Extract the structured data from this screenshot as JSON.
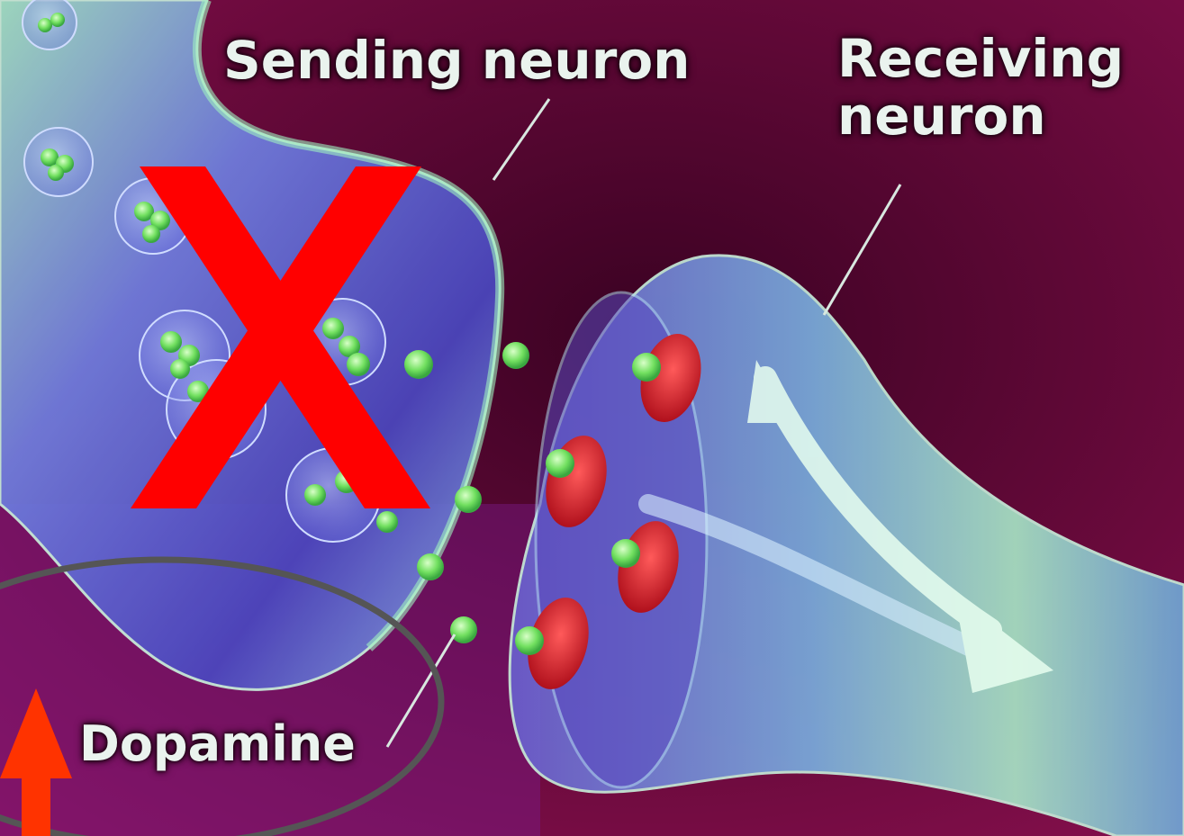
{
  "labels": {
    "sending_neuron": "Sending neuron",
    "receiving_neuron": "Receiving neuron",
    "dopamine": "Dopamine"
  },
  "colors": {
    "background": "#5a0830",
    "neuron_green": "#8fdcb0",
    "neuron_blue": "#4a54c8",
    "dopamine_dot": "#7dea6e",
    "receptor_red": "#d4182c",
    "cross_mark": "#ff0000",
    "up_arrow": "#ff3300",
    "circle_outline": "#555555"
  },
  "icons": {
    "cross": "red-x-mark",
    "arrow": "red-up-arrow",
    "highlight": "gray-ellipse"
  }
}
